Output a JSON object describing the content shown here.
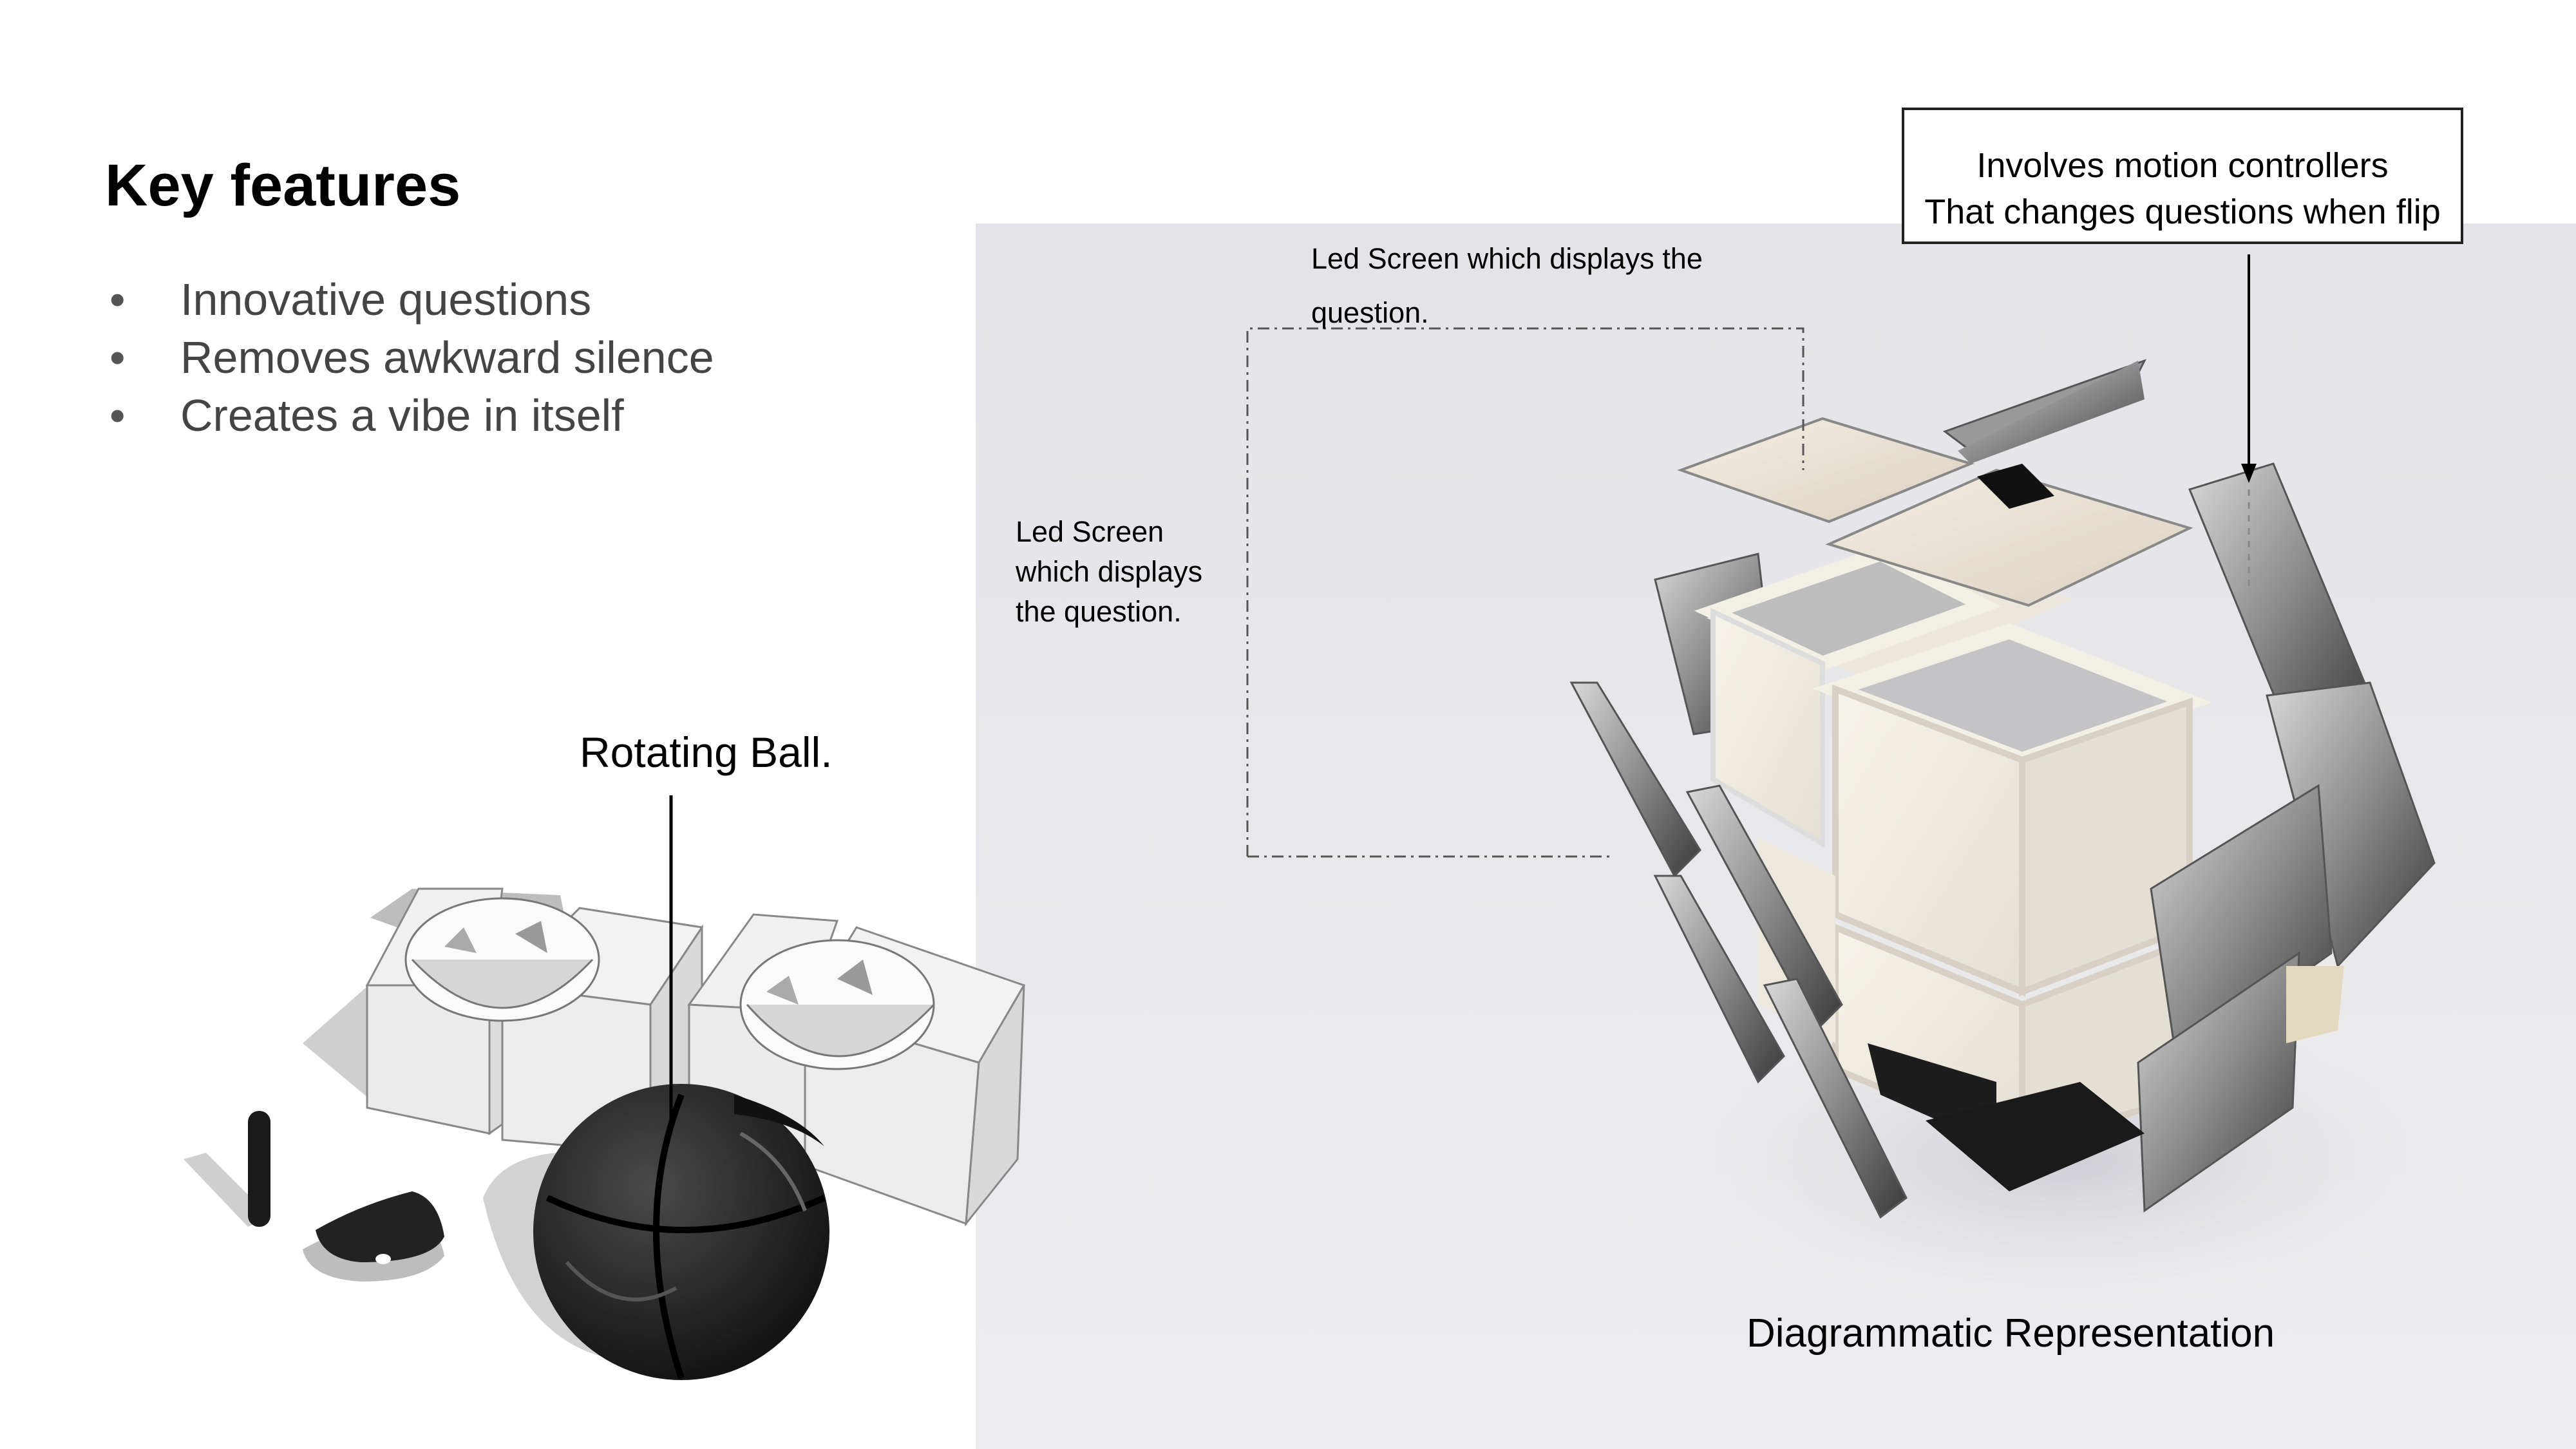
{
  "slide": {
    "title": "Key features",
    "bullets": [
      "Innovative questions",
      "Removes awkward silence",
      "Creates a vibe in itself"
    ],
    "bullet_glyph": "•"
  },
  "callouts": {
    "motion_box": {
      "line1": "Involves motion controllers",
      "line2": "That changes questions when flip"
    },
    "led_top": {
      "line1": "Led Screen which displays the",
      "line2": "question."
    },
    "led_left": {
      "line1": "Led Screen",
      "line2": "which displays",
      "line3": "the question."
    },
    "rotating_ball": "Rotating Ball.",
    "diagram_caption": "Diagrammatic Representation"
  },
  "colors": {
    "background": "#ffffff",
    "render_panel": "#e7e7ea",
    "title": "#000000",
    "bullet_text": "#444444"
  }
}
